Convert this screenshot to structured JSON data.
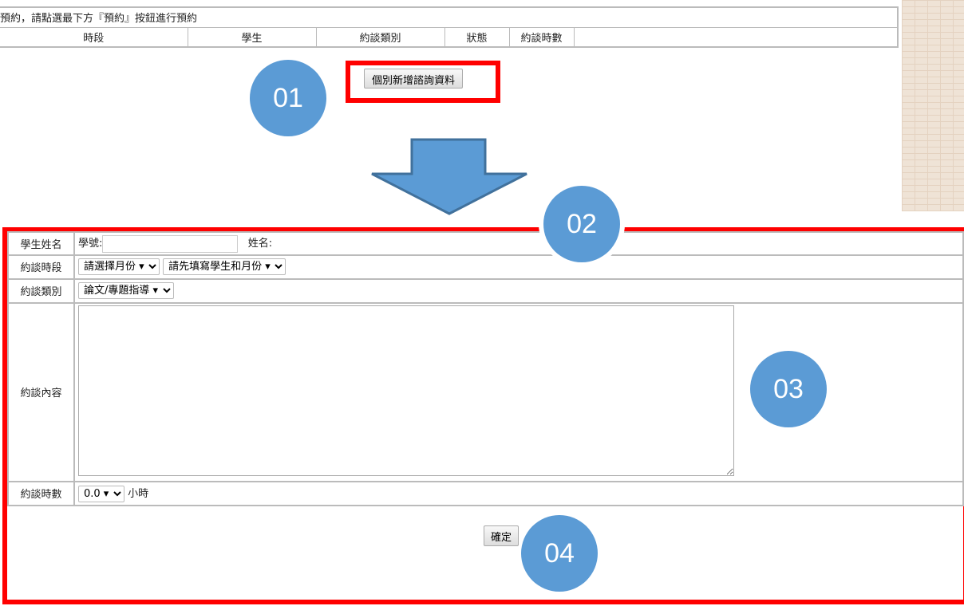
{
  "notice": "預約，請點選最下方『預約』按鈕進行預約",
  "columns": [
    "時段",
    "學生",
    "約談類別",
    "狀態",
    "約談時數",
    ""
  ],
  "add_button": "個別新增諮詢資料",
  "steps": [
    "01",
    "02",
    "03",
    "04"
  ],
  "form": {
    "student_label": "學生姓名",
    "student_id_label": "學號:",
    "student_name_label": "姓名:",
    "period_label": "約談時段",
    "month_select": "請選擇月份 ▾",
    "slot_select": "請先填寫學生和月份 ▾",
    "type_label": "約談類別",
    "type_select": "論文/專題指導 ▾",
    "content_label": "約談內容",
    "hours_label": "約談時數",
    "hours_select": "0.0 ▾",
    "hours_unit": "小時",
    "submit": "確定"
  },
  "colors": {
    "highlight": "#ff0000",
    "step": "#5b9bd5"
  }
}
